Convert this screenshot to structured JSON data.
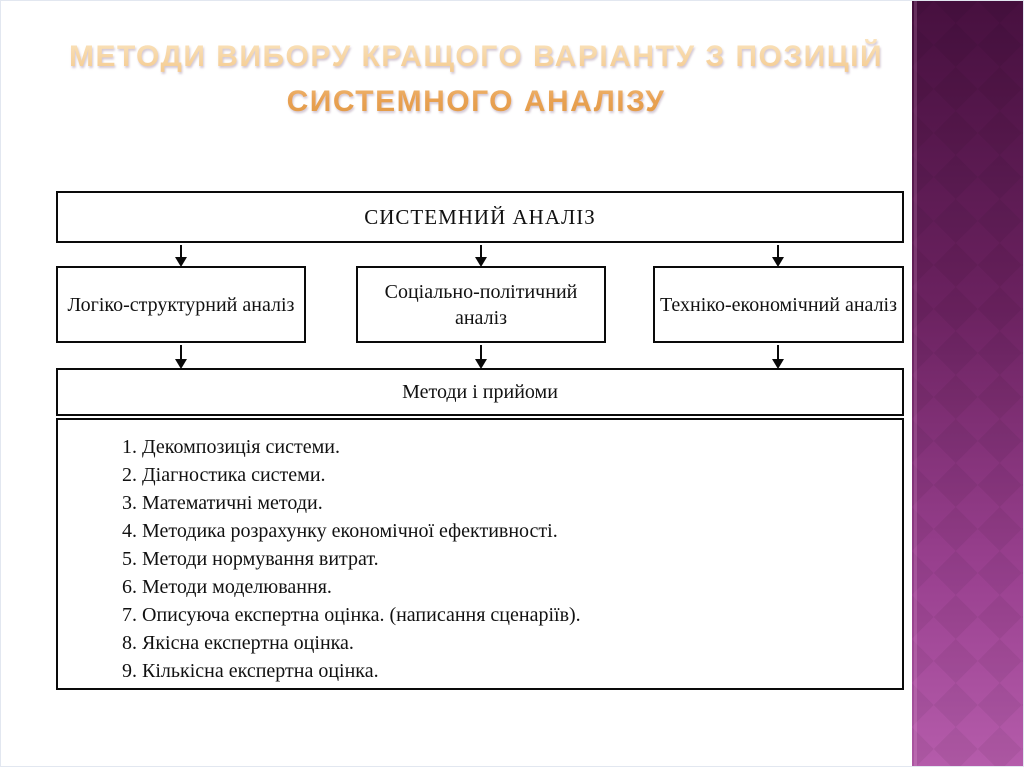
{
  "title": {
    "line1": "МЕТОДИ ВИБОРУ КРАЩОГО ВАРІАНТУ З ПОЗИЦІЙ",
    "line2": "СИСТЕМНОГО АНАЛІЗУ"
  },
  "diagram": {
    "root_label": "СИСТЕМНИЙ АНАЛІЗ",
    "branches": [
      {
        "label": "Логіко-структурний аналіз"
      },
      {
        "label": "Соціально-політичний аналіз"
      },
      {
        "label": "Техніко-економічний аналіз"
      }
    ],
    "methods_header": "Методи і прийоми",
    "methods": [
      "1. Декомпозиція системи.",
      "2. Діагностика системи.",
      "3. Математичні методи.",
      "4. Методика розрахунку економічної ефективності.",
      "5. Методи нормування витрат.",
      "6. Методи моделювання.",
      "7. Описуюча експертна оцінка. (написання сценаріїв).",
      "8. Якісна експертна оцінка.",
      "9. Кількісна експертна оцінка."
    ]
  },
  "colors": {
    "background": "#ffffff",
    "title_gradient_top": "#fbe7c5",
    "title_gradient_bottom": "#df9840",
    "band_gradient_top": "#47103f",
    "band_gradient_bottom": "#b55cab",
    "box_border": "#0a0a0a",
    "box_text": "#111111"
  }
}
